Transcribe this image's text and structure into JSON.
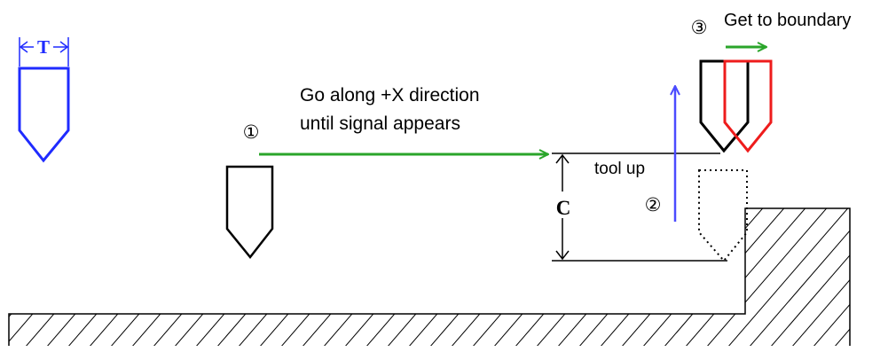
{
  "labels": {
    "tool_width": "T",
    "height_dim": "C",
    "step1_number": "①",
    "step1_line1": "Go along +X direction",
    "step1_line2": "until signal appears",
    "step2_number": "②",
    "step2_text": "tool up",
    "step3_number": "③",
    "step3_text": "Get to boundary"
  },
  "colors": {
    "reference_tool": "#1f2bff",
    "travel_arrow": "#2aa52a",
    "lift_arrow": "#4b4bff",
    "final_tool": "#ee1c1c",
    "ink": "#000000"
  }
}
